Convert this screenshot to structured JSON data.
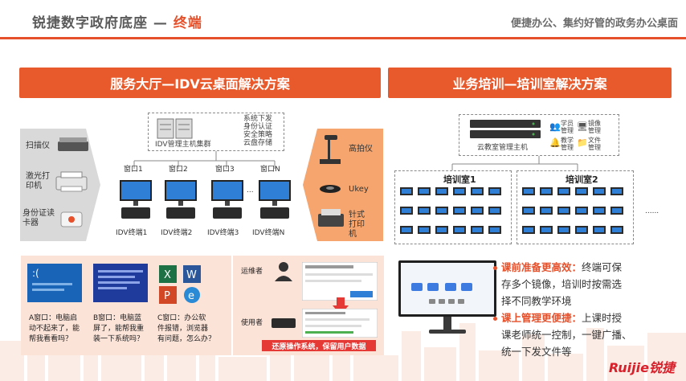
{
  "header": {
    "title_prefix": "锐捷数字政府底座 — ",
    "title_accent": "终端",
    "subtitle": "便捷办公、集约好管的政务办公桌面"
  },
  "left_section": {
    "banner": "服务大厅—IDV云桌面解决方案",
    "cluster_label": "IDV管理主机集群",
    "cluster_features": [
      "系统下发",
      "身份认证",
      "安全策略",
      "云盘存储"
    ],
    "left_devices": [
      "扫描仪",
      "激光打印机",
      "身份证读卡器"
    ],
    "right_devices": [
      "高拍仪",
      "Ukey",
      "针式打印机"
    ],
    "windows": [
      "窗口1",
      "窗口2",
      "窗口3",
      "窗口N"
    ],
    "terminals": [
      "IDV终端1",
      "IDV终端2",
      "IDV终端3",
      "IDV终端N"
    ],
    "ellipsis": "..."
  },
  "right_section": {
    "banner": "业务培训—培训室解决方案",
    "cluster_label": "云教室管理主机",
    "features": [
      "学员管理",
      "镜像管理",
      "教学管理",
      "文件管理"
    ],
    "rooms": [
      "培训室1",
      "培训室2"
    ],
    "ellipsis": "......"
  },
  "scenarios": {
    "a_caption": [
      "A窗口：电脑启",
      "动不起来了，能",
      "帮我看看吗？"
    ],
    "b_caption": [
      "B窗口：电脑蓝",
      "屏了，能帮我重",
      "装一下系统吗？"
    ],
    "c_caption": [
      "C窗口：办公软",
      "件报错，浏览器",
      "有问题，怎么办？"
    ],
    "ops_label": "运维者",
    "user_label": "使用者",
    "restore_banner": "还原操作系统，保留用户数据"
  },
  "benefits": [
    {
      "highlight": "课前准备更高效：",
      "lines": [
        "终端可保",
        "存多个镜像，培训时按需选",
        "择不同教学环境"
      ]
    },
    {
      "highlight": "课上管理更便捷：",
      "lines": [
        "上课时授",
        "课老师统一控制，一键广播、",
        "统一下发文件等"
      ]
    }
  ],
  "brand": {
    "logo_text": "Ruijie锐捷"
  },
  "colors": {
    "accent": "#e6512c",
    "banner": "#e85a2b",
    "soft_bg": "#fce3d8",
    "side_orange": "#f5a56d",
    "side_grey": "#d9d9d9"
  }
}
